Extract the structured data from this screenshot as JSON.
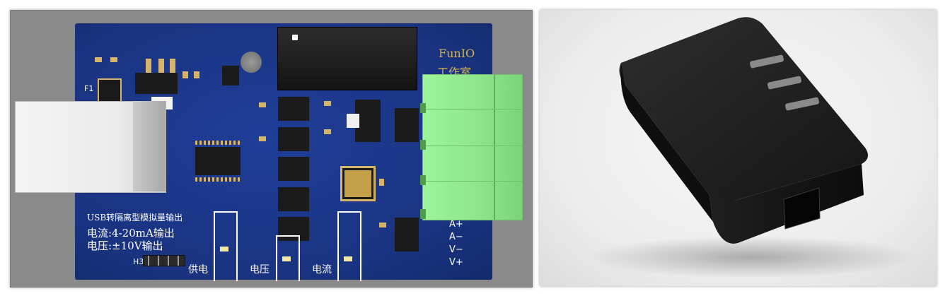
{
  "left_image": {
    "board_brand": "FunIO",
    "board_studio": "工作室",
    "fuse_label": "F1",
    "header_label": "H3",
    "title_line": "USB转隔离型模拟量输出",
    "current_line": "电流:4-20mA输出",
    "voltage_line": "电压:±10V输出",
    "led_labels": [
      "供电",
      "电压",
      "电流"
    ],
    "terminal_labels": [
      "A+",
      "A−",
      "V−",
      "V+"
    ]
  },
  "colors": {
    "pcb_blue": "#1c3a8f",
    "terminal_green": "#8fe78d",
    "background_gray": "#8a8a8a",
    "enclosure_black": "#1a1a1a"
  }
}
